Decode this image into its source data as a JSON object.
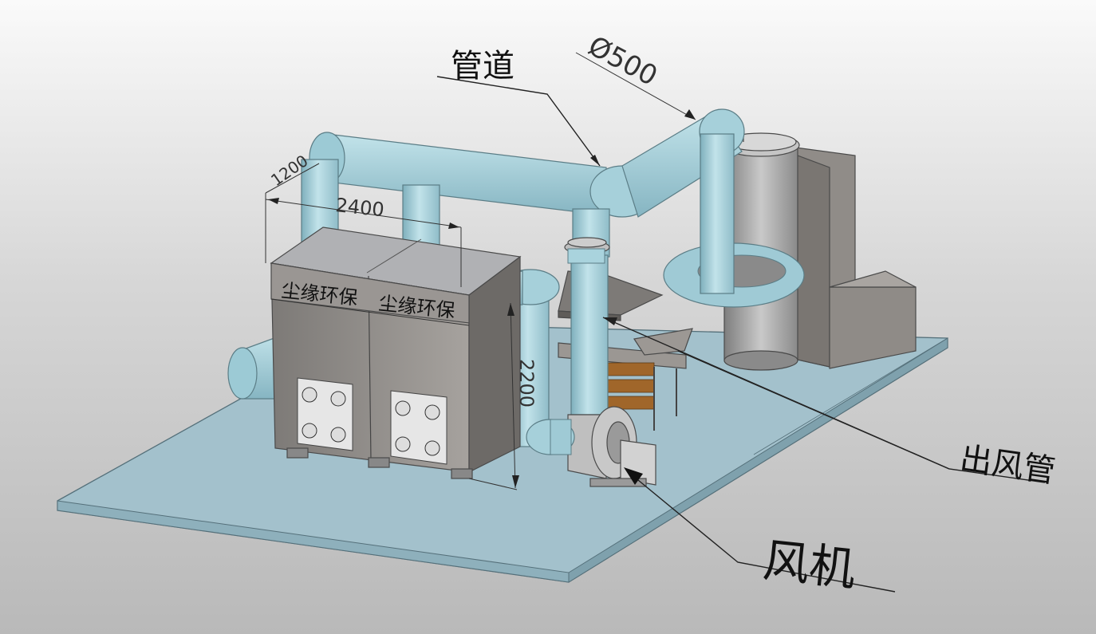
{
  "labels": {
    "pipe": "管道",
    "fan": "风机",
    "outlet": "出风管"
  },
  "dimensions": {
    "diameter": "Ø500",
    "depth": "1200",
    "width": "2400",
    "height": "2200"
  },
  "brand": {
    "panel_left": "尘缘环保",
    "panel_right": "尘缘环保"
  },
  "colors": {
    "duct": "#a9d3dd",
    "base_plate": "#a3c1cc",
    "cabinet": "#8d8a86"
  }
}
